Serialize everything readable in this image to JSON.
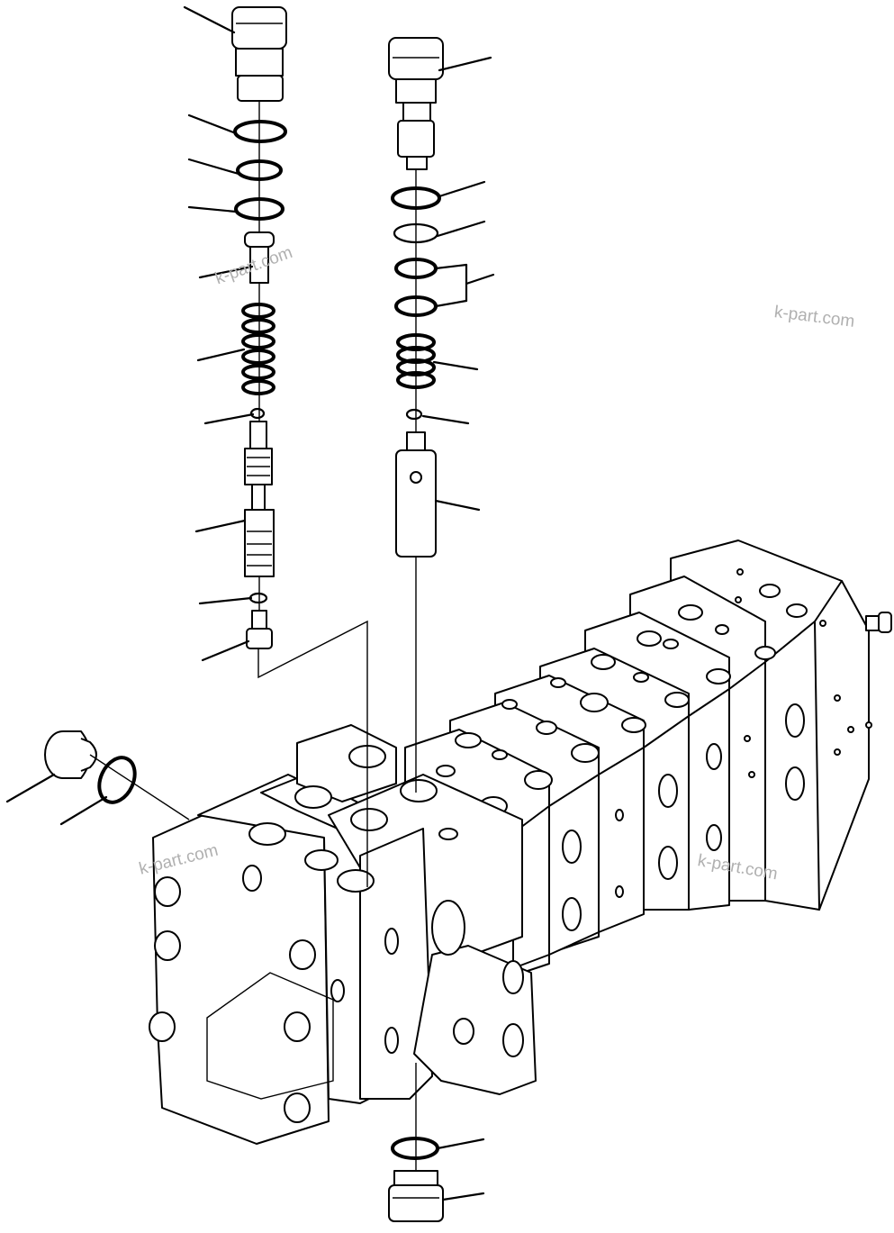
{
  "watermarks": [
    {
      "text": "k-part.com"
    },
    {
      "text": "k-part.com"
    },
    {
      "text": "k-part.com"
    },
    {
      "text": "k-part.com"
    }
  ],
  "colors": {
    "line": "#000000",
    "background": "#ffffff",
    "watermark": "#b0b0b0"
  }
}
